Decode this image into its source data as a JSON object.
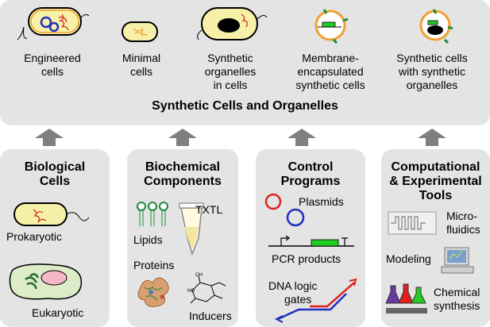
{
  "top": {
    "title": "Synthetic Cells and Organelles",
    "items": [
      {
        "label_line1": "Engineered",
        "label_line2": "cells"
      },
      {
        "label_line1": "Minimal",
        "label_line2": "cells"
      },
      {
        "label_line1": "Synthetic",
        "label_line2": "organelles",
        "label_line3": "in cells"
      },
      {
        "label_line1": "Membrane-",
        "label_line2": "encapsulated",
        "label_line3": "synthetic cells"
      },
      {
        "label_line1": "Synthetic cells",
        "label_line2": "with synthetic",
        "label_line3": "organelles"
      }
    ]
  },
  "panels": {
    "bio": {
      "title_line1": "Biological",
      "title_line2": "Cells",
      "prokaryotic": "Prokaryotic",
      "eukaryotic": "Eukaryotic"
    },
    "biochem": {
      "title_line1": "Biochemical",
      "title_line2": "Components",
      "txtl": "TXTL",
      "lipids": "Lipids",
      "proteins": "Proteins",
      "inducers": "Inducers"
    },
    "control": {
      "title_line1": "Control",
      "title_line2": "Programs",
      "plasmids": "Plasmids",
      "pcr": "PCR products",
      "dna_line1": "DNA logic",
      "dna_line2": "gates"
    },
    "comp": {
      "title_line1": "Computational",
      "title_line2": "& Experimental",
      "title_line3": "Tools",
      "micro_line1": "Micro-",
      "micro_line2": "fluidics",
      "modeling": "Modeling",
      "chem_line1": "Chemical",
      "chem_line2": "synthesis"
    }
  },
  "colors": {
    "panel": "#e4e4e4",
    "arrow": "#7f7f7f",
    "membrane": "#f0a030",
    "dna_red": "#e02020",
    "dna_blue": "#2030c0",
    "gene_green": "#22cc22",
    "protein_green": "#22aa44"
  }
}
